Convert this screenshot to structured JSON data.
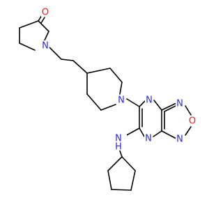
{
  "molecule": {
    "colors": {
      "carbon_bond": "#000000",
      "nitrogen": "#2b2bd6",
      "oxygen": "#e02020",
      "background": "#ffffff"
    },
    "atom_labels": {
      "carbonyl_oxygen": "O",
      "pyrrolidinone_nitrogen": "N",
      "piperidine_nitrogen": "N",
      "pyrazine_nitrogen_top": "N",
      "pyrazine_nitrogen_bottom": "N",
      "furazan_nitrogen_top": "N",
      "furazan_oxygen": "O",
      "furazan_nitrogen_bottom": "N",
      "amine_nitrogen": "N",
      "amine_hydrogen": "H"
    }
  }
}
